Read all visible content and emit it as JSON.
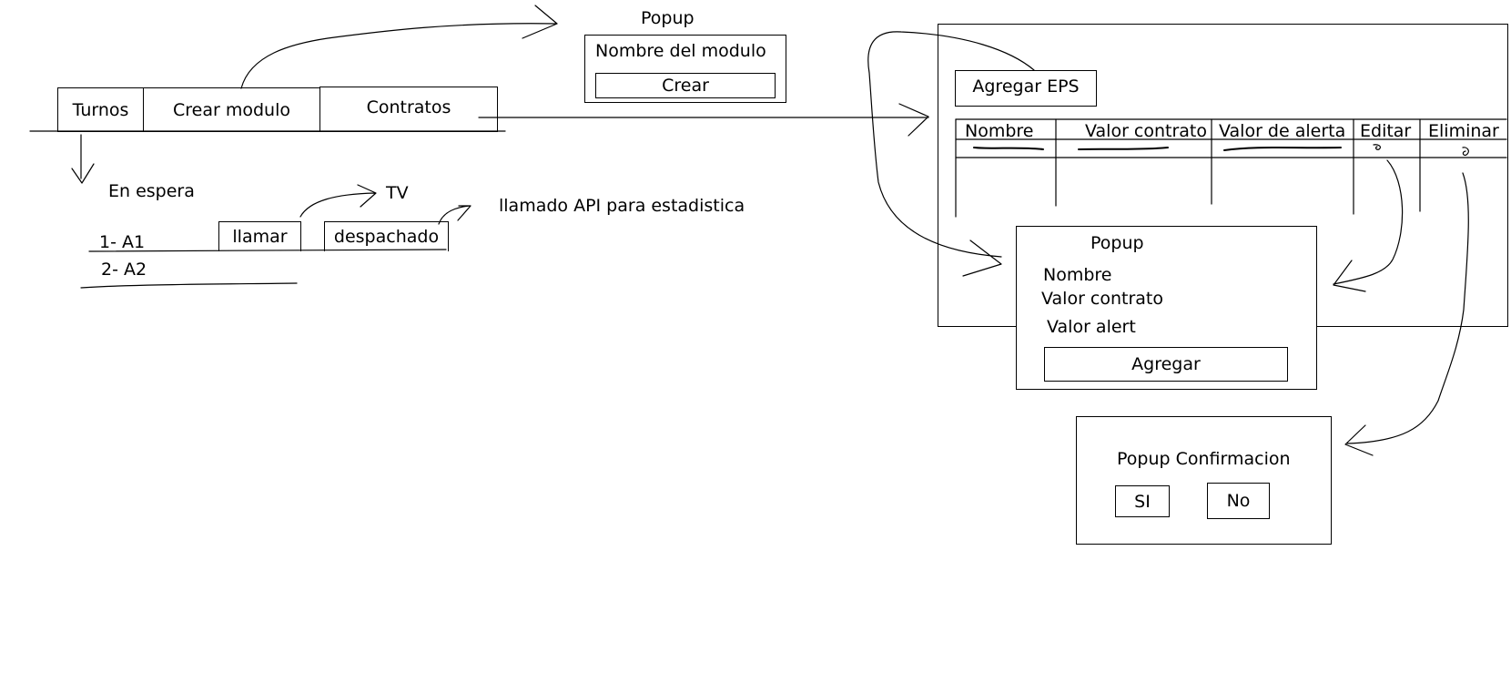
{
  "tabs": {
    "turnos": "Turnos",
    "crear_modulo": "Crear modulo",
    "contratos": "Contratos"
  },
  "turnos_view": {
    "status_title": "En espera",
    "items": [
      "1- A1",
      "2- A2"
    ],
    "llamar_button": "llamar",
    "despachado_button": "despachado",
    "tv_label": "TV",
    "api_note": "llamado API para estadistica"
  },
  "crear_popup": {
    "title": "Popup",
    "field_label": "Nombre del modulo",
    "button": "Crear"
  },
  "contratos_view": {
    "add_button": "Agregar EPS",
    "table_headers": [
      "Nombre",
      "Valor contrato",
      "Valor de alerta",
      "Editar",
      "Eliminar"
    ]
  },
  "agregar_popup": {
    "title": "Popup",
    "fields": [
      "Nombre",
      "Valor contrato",
      "Valor alert"
    ],
    "button": "Agregar"
  },
  "confirm_popup": {
    "title": "Popup Confirmacion",
    "yes": "SI",
    "no": "No"
  }
}
